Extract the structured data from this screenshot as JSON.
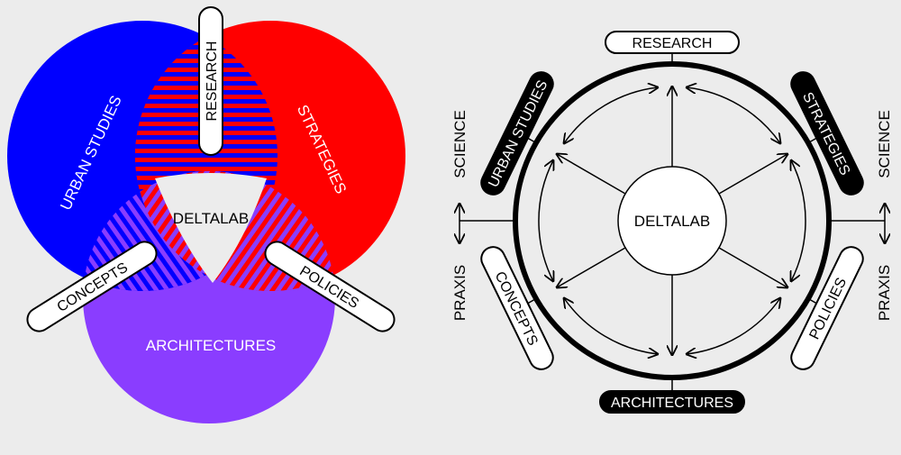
{
  "venn": {
    "circles": {
      "urban_studies": "URBAN STUDIES",
      "strategies": "STRATEGIES",
      "architectures": "ARCHITECTURES"
    },
    "center": "DELTALAB",
    "tags": {
      "research": "RESEARCH",
      "concepts": "CONCEPTS",
      "policies": "POLICIES"
    },
    "colors": {
      "blue": "#0000ff",
      "red": "#ff0000",
      "purple": "#8a3dff",
      "background": "#ececec"
    }
  },
  "wheel": {
    "center": "DELTALAB",
    "top": "RESEARCH",
    "bottom": "ARCHITECTURES",
    "upper_left": "URBAN STUDIES",
    "upper_right": "STRATEGIES",
    "lower_left": "CONCEPTS",
    "lower_right": "POLICIES",
    "left_upper_axis": "SCIENCE",
    "left_lower_axis": "PRAXIS",
    "right_upper_axis": "SCIENCE",
    "right_lower_axis": "PRAXIS"
  }
}
